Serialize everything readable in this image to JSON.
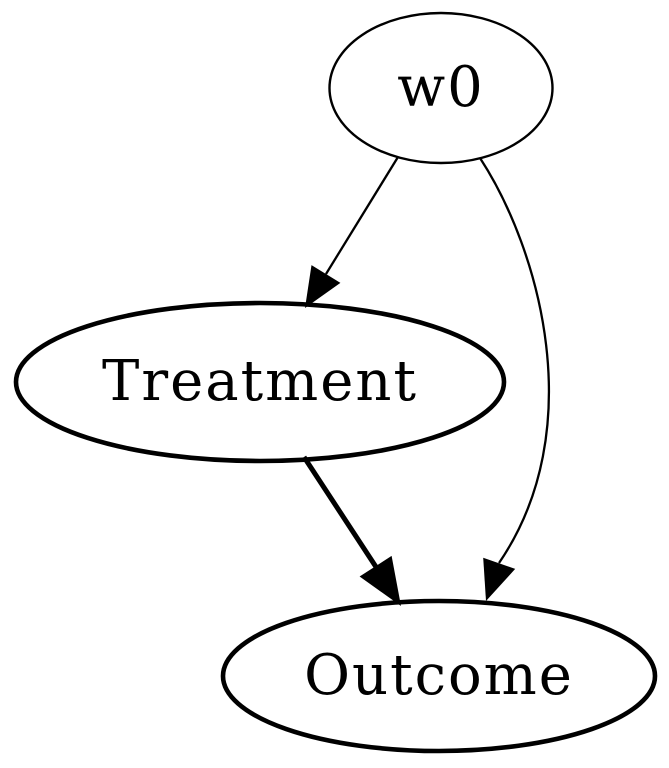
{
  "diagram": {
    "kind": "causal-dag",
    "background_color": "#ffffff",
    "stroke_color": "#000000",
    "node_fill_color": "#ffffff",
    "nodes": [
      {
        "id": "w0",
        "label": "w0",
        "outline": "normal"
      },
      {
        "id": "Treatment",
        "label": "Treatment",
        "outline": "bold"
      },
      {
        "id": "Outcome",
        "label": "Outcome",
        "outline": "bold"
      }
    ],
    "edges": [
      {
        "from": "w0",
        "to": "Treatment",
        "weight": "normal",
        "shape": "straight"
      },
      {
        "from": "w0",
        "to": "Outcome",
        "weight": "normal",
        "shape": "curved"
      },
      {
        "from": "Treatment",
        "to": "Outcome",
        "weight": "bold",
        "shape": "straight"
      }
    ]
  }
}
